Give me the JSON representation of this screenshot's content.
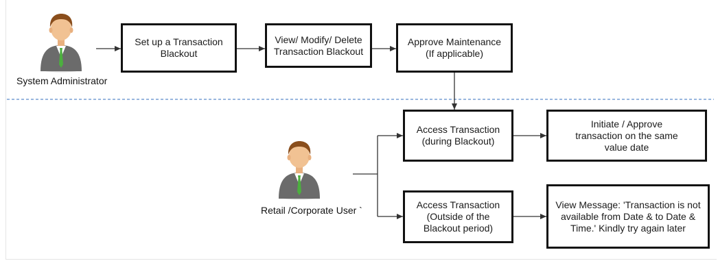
{
  "actors": {
    "admin": {
      "label": "System Administrator",
      "icon": "person-icon"
    },
    "user": {
      "label": "Retail /Corporate User `",
      "icon": "person-icon"
    }
  },
  "admin_flow": {
    "setup": "Set up a Transaction Blackout",
    "modify": "View/ Modify/ Delete Transaction Blackout",
    "approve": "Approve Maintenance (If applicable)"
  },
  "user_flow": {
    "during": "Access Transaction (during Blackout)",
    "during_result": "Initiate / Approve transaction on the same value date",
    "outside": "Access Transaction (Outside of the Blackout period)",
    "outside_result": "View Message: 'Transaction is not available from Date & to Date & Time.' Kindly try again later"
  },
  "colors": {
    "box_border": "#111111",
    "divider": "#5b8bc9",
    "arrow": "#333333",
    "skin": "#f1c293",
    "hair": "#8a4e1c",
    "suit": "#6b6b6b",
    "tie": "#4caf3f"
  }
}
